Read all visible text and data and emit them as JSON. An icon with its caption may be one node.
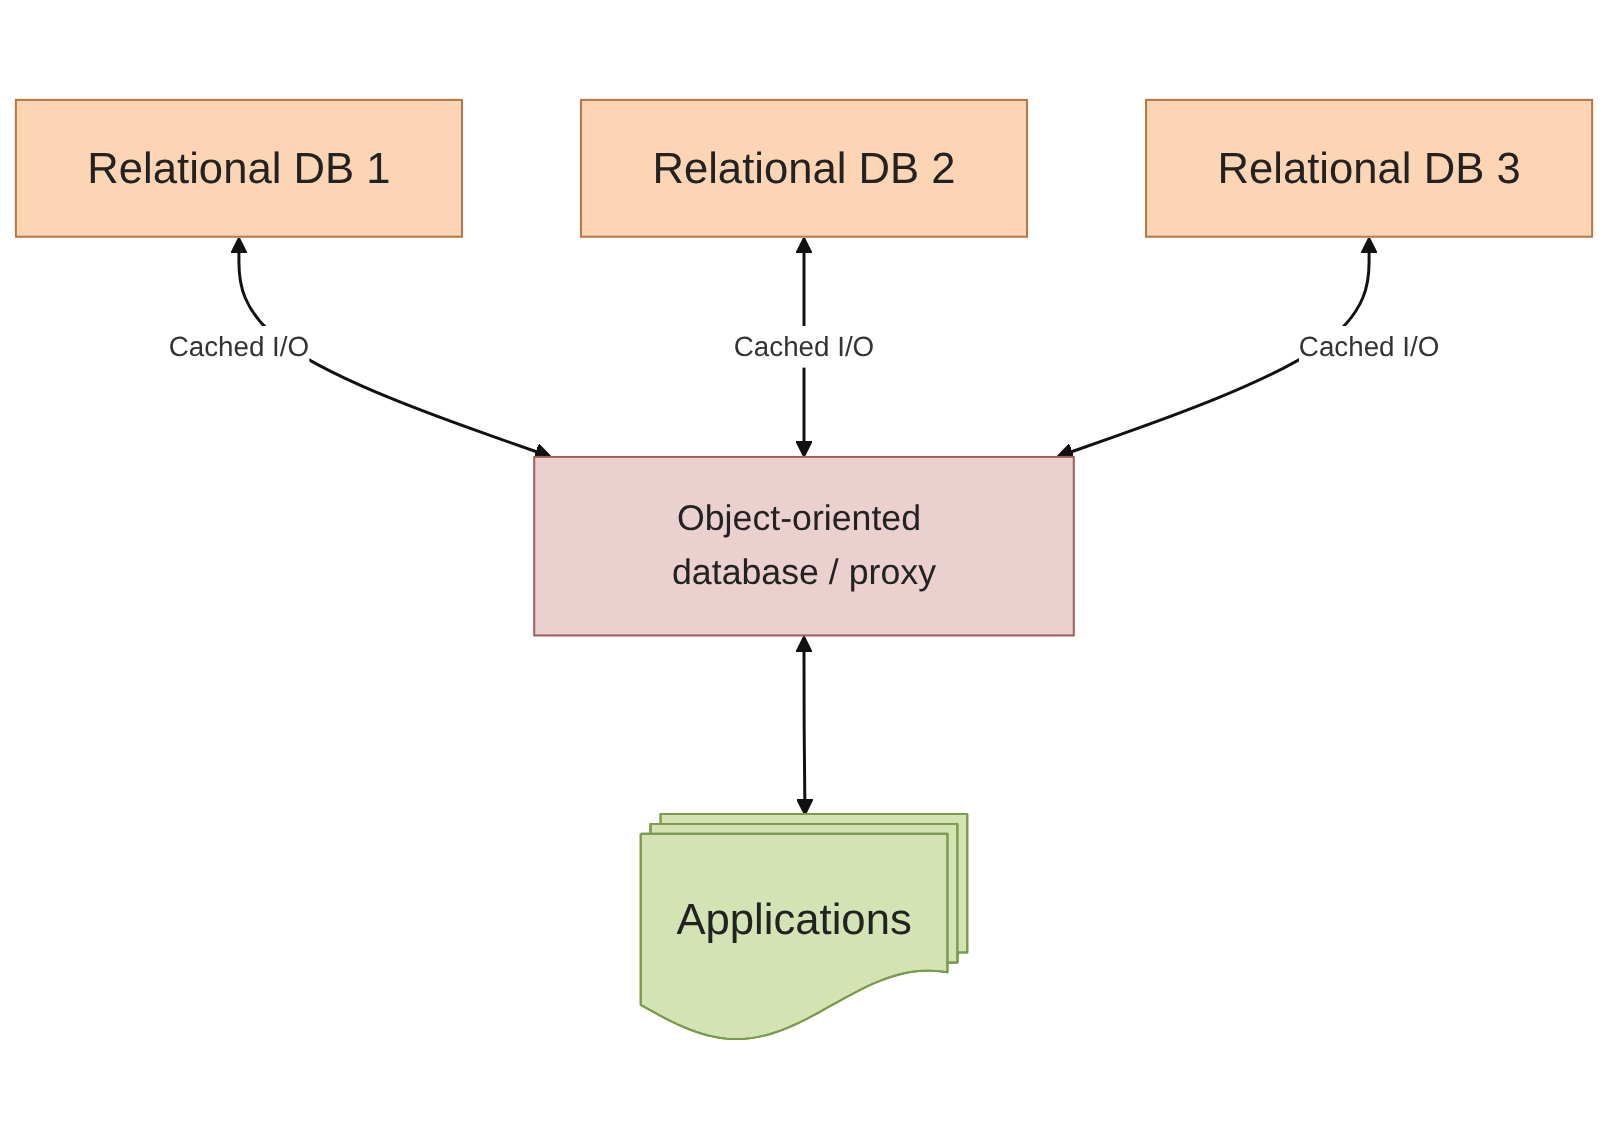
{
  "diagram": {
    "nodes": [
      {
        "text": [
          "Relational DB 1"
        ]
      },
      {
        "text": [
          "Relational DB 2"
        ]
      },
      {
        "text": [
          "Relational DB 3"
        ]
      },
      {
        "text": [
          "Object-oriented database / proxy"
        ]
      },
      {
        "text": [
          "Applications"
        ]
      }
    ],
    "edges": [
      {
        "from": 0,
        "to": 3,
        "arrow": "both",
        "label": "Cached I/O"
      },
      {
        "from": 1,
        "to": 3,
        "arrow": "both",
        "label": "Cached I/O"
      },
      {
        "from": 2,
        "to": 3,
        "arrow": "both",
        "label": "Cached I/O"
      },
      {
        "from": 3,
        "to": 4,
        "arrow": "both"
      }
    ]
  }
}
